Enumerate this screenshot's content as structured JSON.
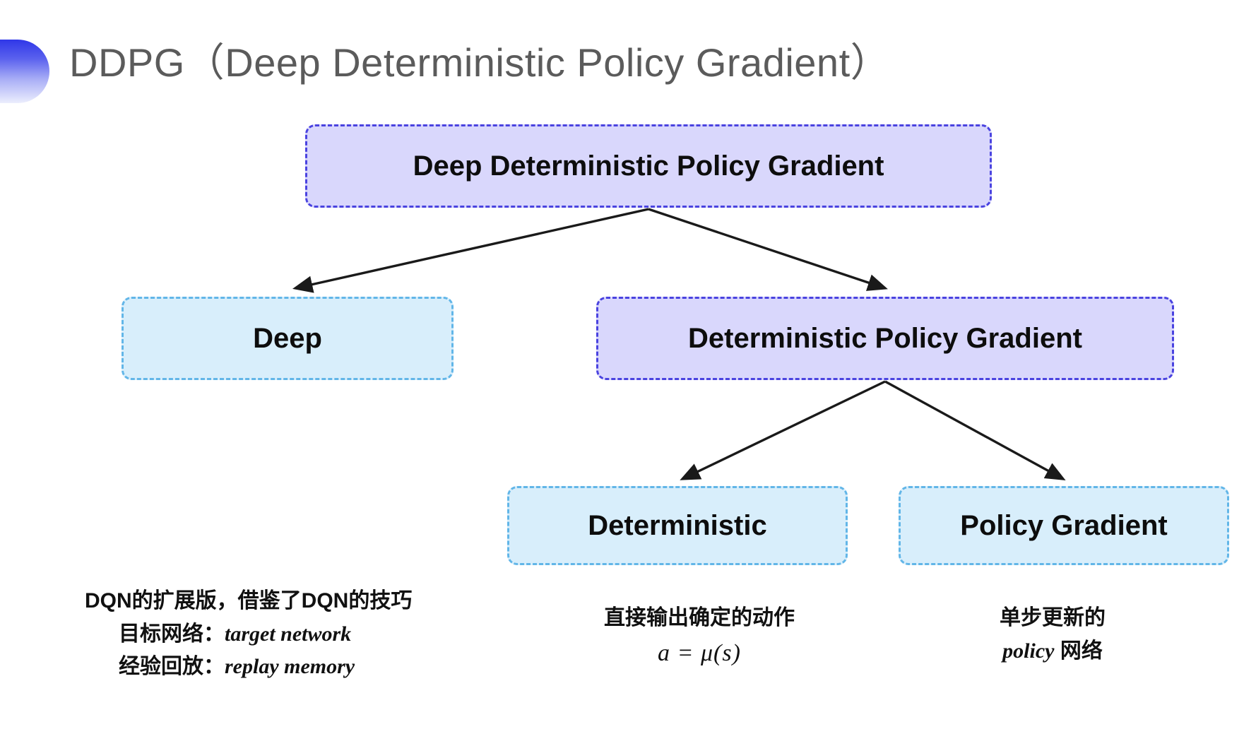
{
  "slide": {
    "title": "DDPG（Deep Deterministic Policy Gradient）",
    "background_color": "#ffffff",
    "title_color": "#5b5b5b",
    "bullet_icon": "half-circle-gradient-icon",
    "bullet_gradient_from": "#2f37e8",
    "bullet_gradient_to": "#eceefd"
  },
  "colors": {
    "purple_fill": "#d9d7fc",
    "purple_border": "#4a43e0",
    "blue_fill": "#d8eefb",
    "blue_border": "#62b6e8",
    "arrow": "#1a1a1a",
    "text": "#0d0d0d"
  },
  "diagram": {
    "nodes": [
      {
        "id": "root",
        "label": "Deep Deterministic Policy Gradient",
        "style": "purple",
        "level": 0
      },
      {
        "id": "deep",
        "label": "Deep",
        "style": "blue",
        "level": 1
      },
      {
        "id": "dpg",
        "label": "Deterministic Policy Gradient",
        "style": "purple",
        "level": 1
      },
      {
        "id": "deterministic",
        "label": "Deterministic",
        "style": "blue",
        "level": 2
      },
      {
        "id": "policy_gradient",
        "label": "Policy Gradient",
        "style": "blue",
        "level": 2
      }
    ],
    "edges": [
      {
        "from": "root",
        "to": "deep"
      },
      {
        "from": "root",
        "to": "dpg"
      },
      {
        "from": "dpg",
        "to": "deterministic"
      },
      {
        "from": "dpg",
        "to": "policy_gradient"
      }
    ]
  },
  "captions": {
    "left": {
      "line1": "DQN的扩展版，借鉴了DQN的技巧",
      "line2_label": "目标网络：",
      "line2_term": "target network",
      "line3_label": "经验回放：",
      "line3_term": "replay memory"
    },
    "middle": {
      "line1": "直接输出确定的动作",
      "formula": "a = μ(s)"
    },
    "right": {
      "line1": "单步更新的",
      "line2_term": "policy",
      "line2_suffix": " 网络"
    }
  }
}
